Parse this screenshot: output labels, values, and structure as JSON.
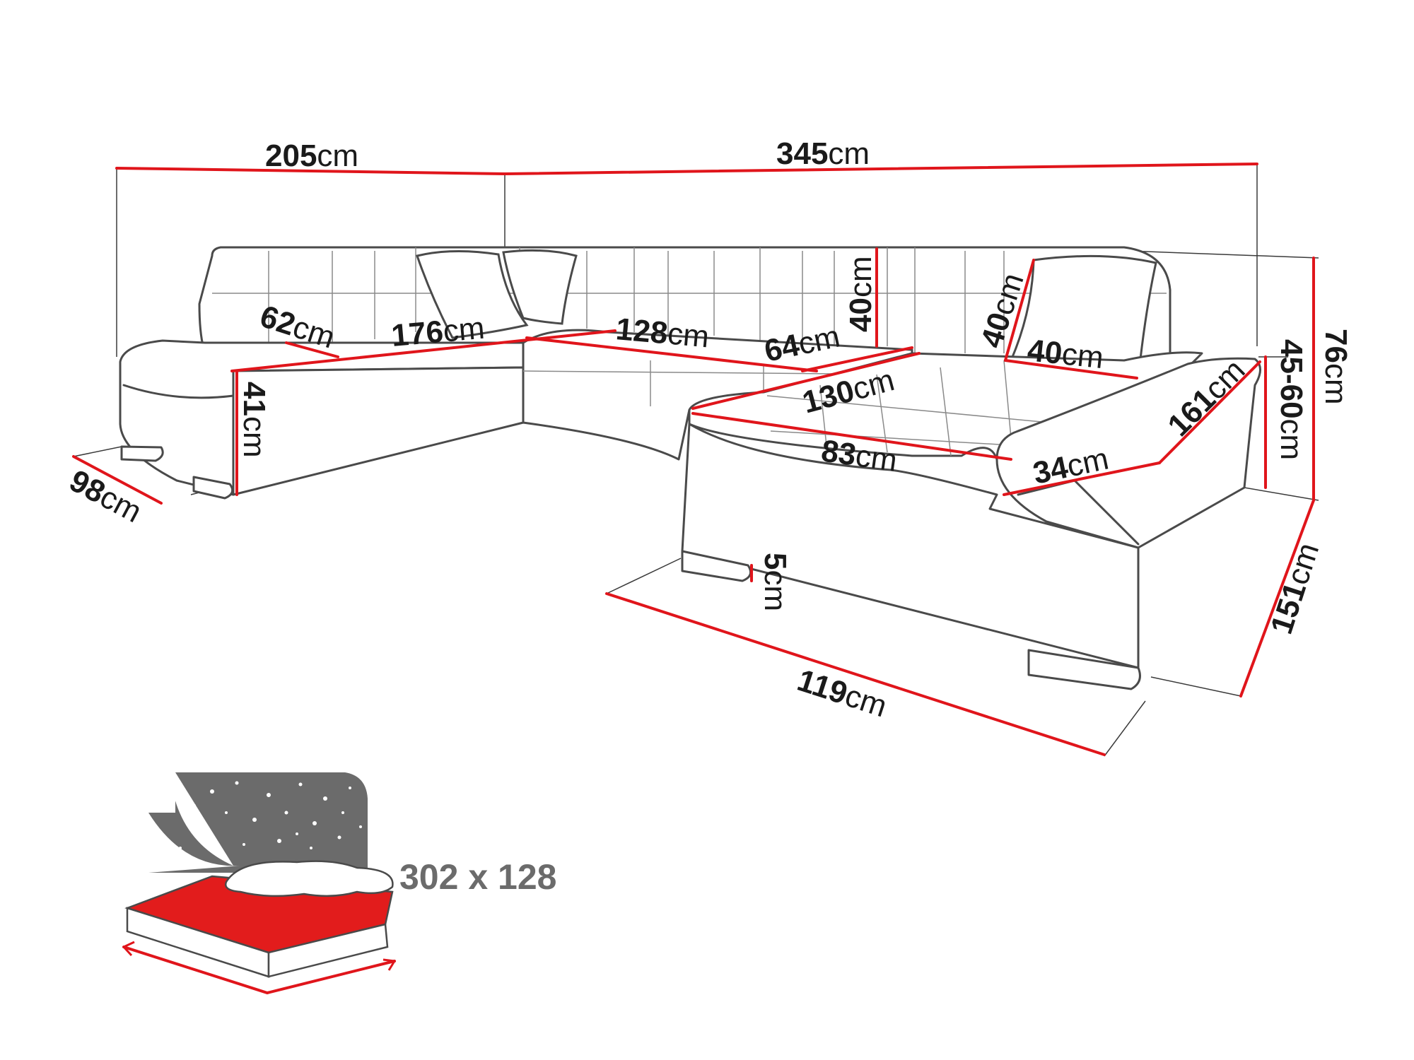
{
  "dimensions": {
    "width_left": {
      "value": "205",
      "unit": "cm"
    },
    "width_total": {
      "value": "345",
      "unit": "cm"
    },
    "seat_depth_left": {
      "value": "62",
      "unit": "cm"
    },
    "seat_width_left": {
      "value": "176",
      "unit": "cm"
    },
    "seat_width_middle": {
      "value": "128",
      "unit": "cm"
    },
    "seat_depth_middle": {
      "value": "64",
      "unit": "cm"
    },
    "backrest_height_middle": {
      "value": "40",
      "unit": "cm"
    },
    "backrest_height_right": {
      "value": "40",
      "unit": "cm"
    },
    "pillow_width": {
      "value": "40",
      "unit": "cm"
    },
    "chaise_width": {
      "value": "130",
      "unit": "cm"
    },
    "chaise_depth": {
      "value": "83",
      "unit": "cm"
    },
    "armrest_width": {
      "value": "34",
      "unit": "cm"
    },
    "armrest_length": {
      "value": "161",
      "unit": "cm"
    },
    "seat_height": {
      "value": "41",
      "unit": "cm"
    },
    "depth_left": {
      "value": "98",
      "unit": "cm"
    },
    "leg_height": {
      "value": "5",
      "unit": "cm"
    },
    "chaise_front": {
      "value": "119",
      "unit": "cm"
    },
    "chaise_length": {
      "value": "151",
      "unit": "cm"
    },
    "armrest_height": {
      "value": "45-60",
      "unit": "cm"
    },
    "total_height": {
      "value": "76",
      "unit": "cm"
    }
  },
  "bed": {
    "size": "302 x 128"
  },
  "colors": {
    "measure_line": "#e0151b",
    "outline": "#4a4a4a",
    "bed_surface": "#e21c1c",
    "night_sky": "#6b6b6b"
  }
}
